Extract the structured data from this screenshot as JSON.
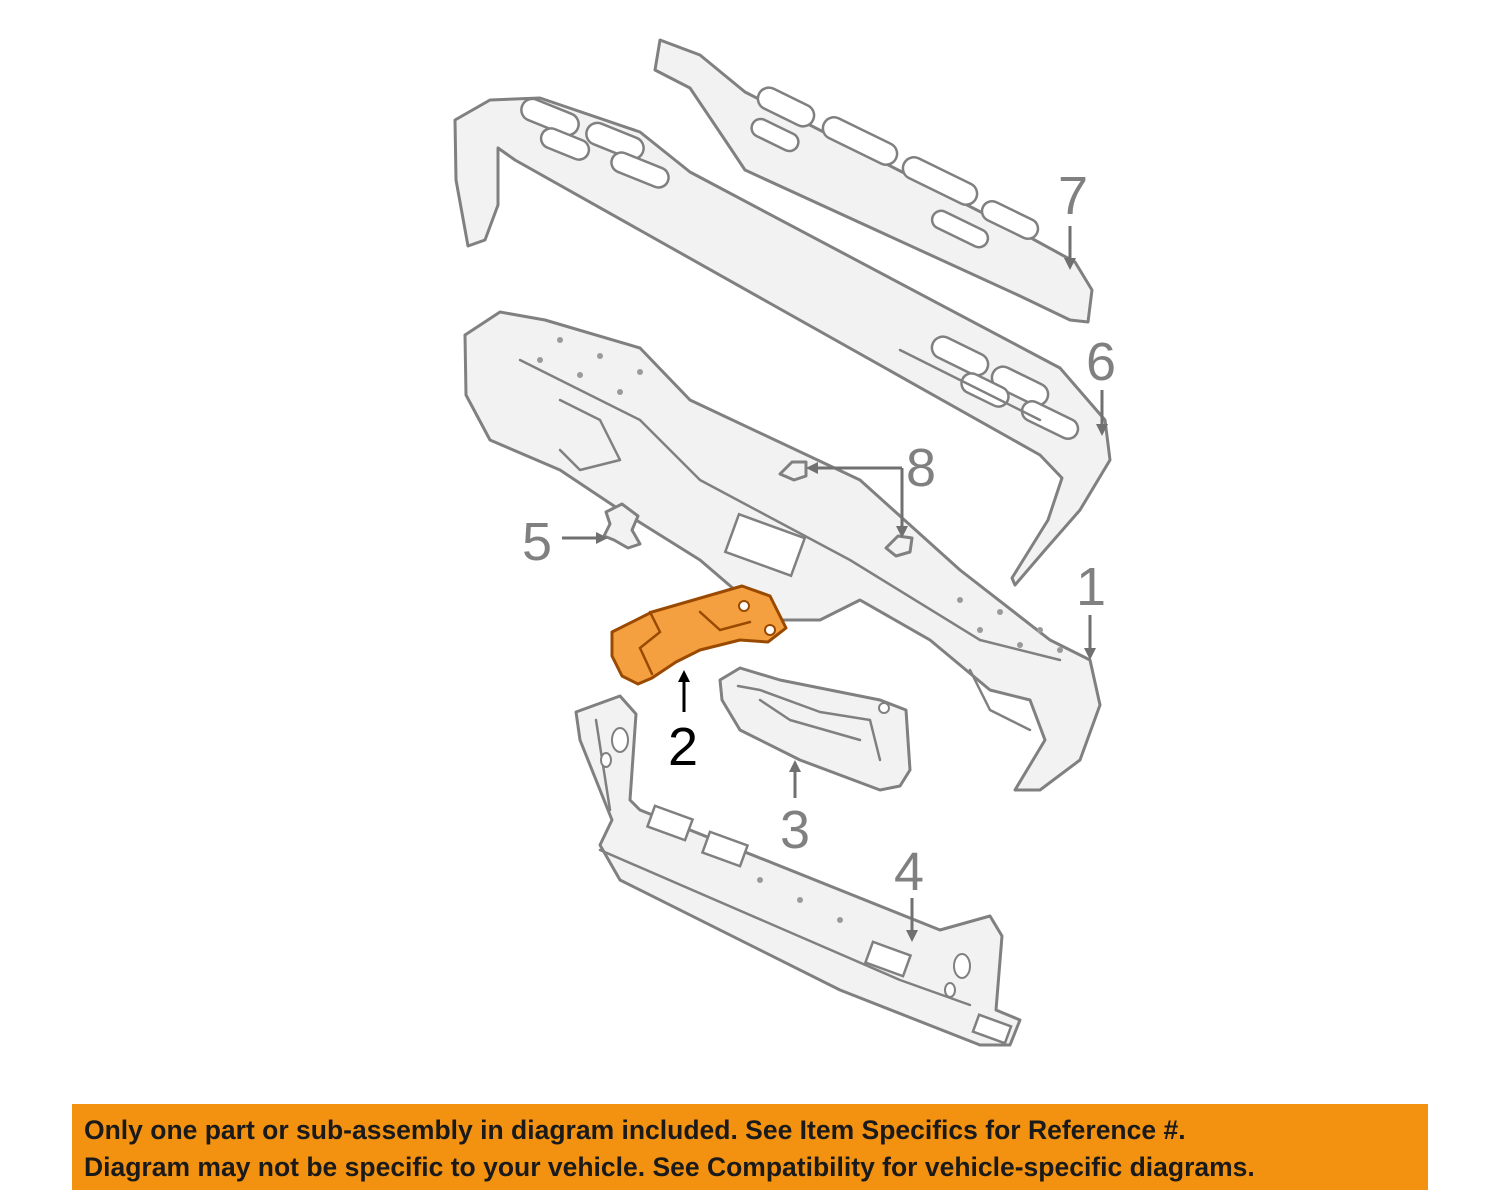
{
  "diagram": {
    "callouts": [
      {
        "id": "1",
        "label": "1",
        "highlighted": false
      },
      {
        "id": "2",
        "label": "2",
        "highlighted": true
      },
      {
        "id": "3",
        "label": "3",
        "highlighted": false
      },
      {
        "id": "4",
        "label": "4",
        "highlighted": false
      },
      {
        "id": "5",
        "label": "5",
        "highlighted": false
      },
      {
        "id": "6",
        "label": "6",
        "highlighted": false
      },
      {
        "id": "7",
        "label": "7",
        "highlighted": false
      },
      {
        "id": "8",
        "label": "8",
        "highlighted": false
      }
    ],
    "colors": {
      "highlight_part": "#f4a040",
      "line_art": "#808080",
      "banner_background": "#f39211"
    }
  },
  "disclaimer": {
    "line1": "Only one part or sub-assembly in diagram included. See Item Specifics for Reference #.",
    "line2": "Diagram may not be specific to your vehicle. See Compatibility for vehicle-specific diagrams."
  }
}
